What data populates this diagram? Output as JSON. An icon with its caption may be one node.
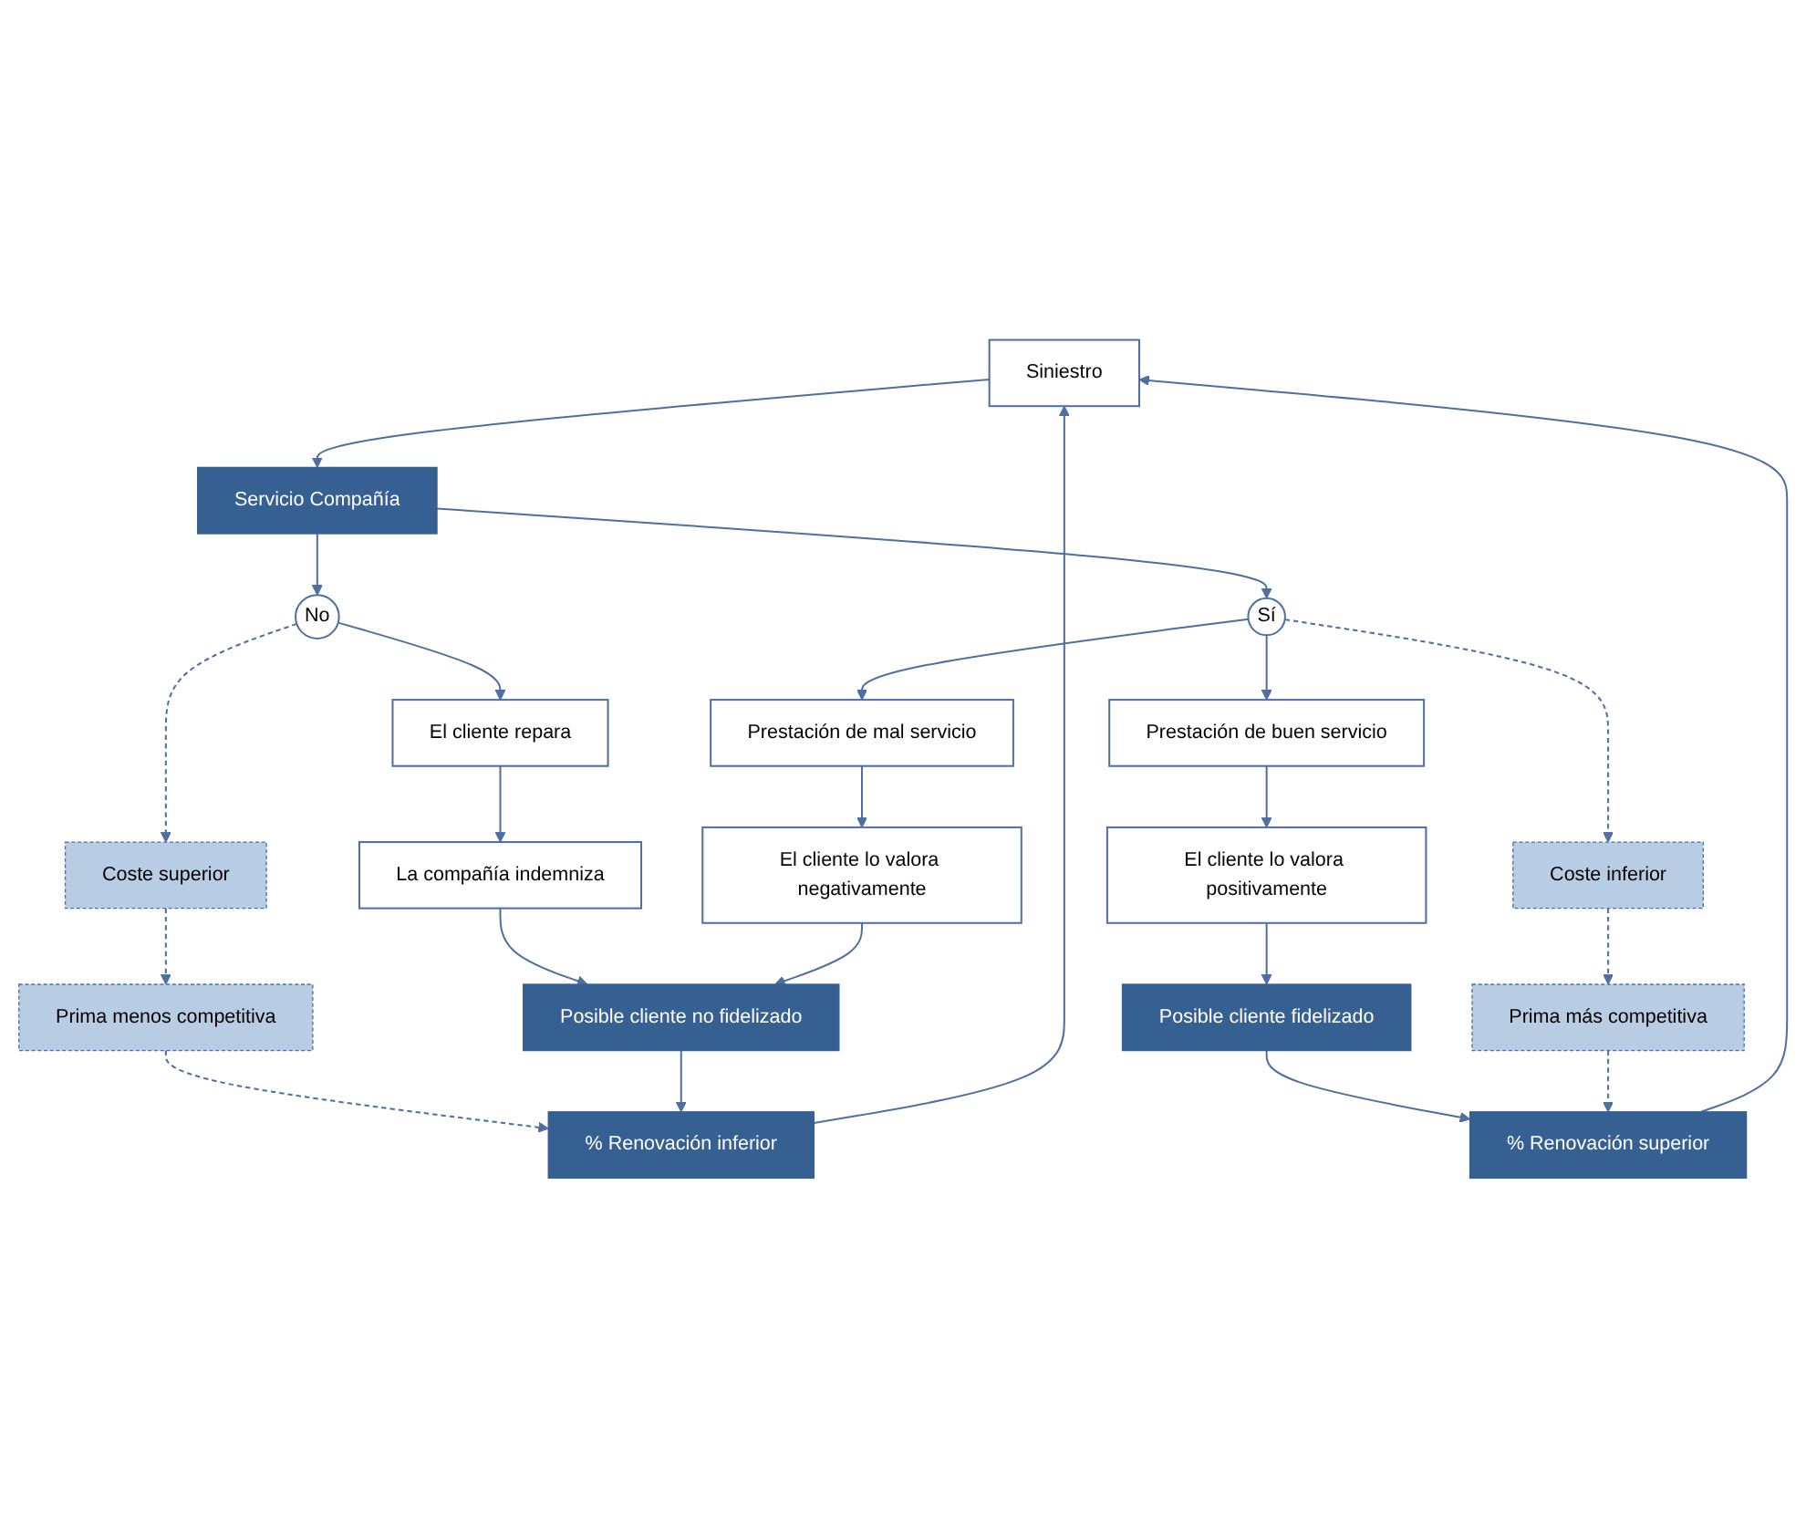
{
  "diagram": {
    "nodes": [
      {
        "text": [
          "Siniestro"
        ]
      },
      {
        "text": [
          "Servicio Compañía"
        ]
      },
      {
        "text": [
          "No"
        ]
      },
      {
        "text": [
          "Sí"
        ]
      },
      {
        "text": [
          "Coste superior"
        ]
      },
      {
        "text": [
          "El cliente repara"
        ]
      },
      {
        "text": [
          "Prestación de mal servicio"
        ]
      },
      {
        "text": [
          "Prestación de buen servicio"
        ]
      },
      {
        "text": [
          "Coste inferior"
        ]
      },
      {
        "text": [
          "La compañía indemniza"
        ]
      },
      {
        "text": [
          "El cliente lo valora negativamente"
        ]
      },
      {
        "text": [
          "El cliente lo valora positivamente"
        ]
      },
      {
        "text": [
          "Prima menos competitiva"
        ]
      },
      {
        "text": [
          "Prima más competitiva"
        ]
      },
      {
        "text": [
          "Posible cliente no fidelizado"
        ]
      },
      {
        "text": [
          "Posible cliente fidelizado"
        ]
      },
      {
        "text": [
          "% Renovación inferior"
        ]
      },
      {
        "text": [
          "% Renovación superior"
        ]
      }
    ],
    "edges": [
      {
        "from": 0,
        "to": 1,
        "arrow": "to"
      },
      {
        "from": 1,
        "to": 2,
        "arrow": "to"
      },
      {
        "from": 1,
        "to": 3,
        "arrow": "to"
      },
      {
        "from": 2,
        "to": 4,
        "arrow": "to",
        "style": "dashed"
      },
      {
        "from": 2,
        "to": 5,
        "arrow": "to"
      },
      {
        "from": 3,
        "to": 6,
        "arrow": "to"
      },
      {
        "from": 3,
        "to": 7,
        "arrow": "to"
      },
      {
        "from": 3,
        "to": 8,
        "arrow": "to",
        "style": "dashed"
      },
      {
        "from": 4,
        "to": 12,
        "arrow": "to",
        "style": "dashed"
      },
      {
        "from": 5,
        "to": 9,
        "arrow": "to"
      },
      {
        "from": 6,
        "to": 10,
        "arrow": "to"
      },
      {
        "from": 7,
        "to": 11,
        "arrow": "to"
      },
      {
        "from": 8,
        "to": 13,
        "arrow": "to",
        "style": "dashed"
      },
      {
        "from": 9,
        "to": 14,
        "arrow": "to"
      },
      {
        "from": 10,
        "to": 14,
        "arrow": "to"
      },
      {
        "from": 11,
        "to": 15,
        "arrow": "to"
      },
      {
        "from": 12,
        "to": 16,
        "arrow": "to",
        "style": "dashed"
      },
      {
        "from": 14,
        "to": 16,
        "arrow": "to"
      },
      {
        "from": 15,
        "to": 17,
        "arrow": "to"
      },
      {
        "from": 13,
        "to": 17,
        "arrow": "to",
        "style": "dashed"
      },
      {
        "from": 16,
        "to": 0,
        "arrow": "to"
      },
      {
        "from": 17,
        "to": 0,
        "arrow": "to"
      }
    ]
  }
}
